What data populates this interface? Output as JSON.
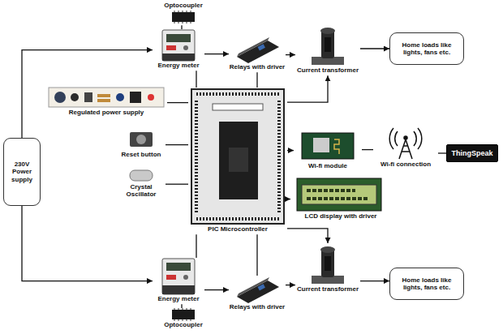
{
  "diagram": {
    "nodes": [
      {
        "text": [
          "Optocoupler"
        ]
      },
      {
        "text": [
          "Energy meter"
        ]
      },
      {
        "text": [
          "Relays with driver"
        ]
      },
      {
        "text": [
          "Current transformer"
        ]
      },
      {
        "text": [
          "Home loads like lights, fans etc."
        ]
      },
      {
        "text": [
          "230V Power supply"
        ]
      },
      {
        "text": [
          "Regulated power supply"
        ]
      },
      {
        "text": [
          "PIC Microcontroller"
        ]
      },
      {
        "text": [
          "Wi-fi module"
        ]
      },
      {
        "text": [
          "Wi-fi connection"
        ]
      },
      {
        "text": [
          "ThingSpeak"
        ]
      },
      {
        "text": [
          "Reset button"
        ]
      },
      {
        "text": [
          "Crystal Oscillator"
        ]
      },
      {
        "text": [
          "LCD display with driver"
        ]
      },
      {
        "text": [
          "Energy meter"
        ]
      },
      {
        "text": [
          "Relays with driver"
        ]
      },
      {
        "text": [
          "Current transformer"
        ]
      },
      {
        "text": [
          "Home loads like lights, fans etc."
        ]
      },
      {
        "text": [
          "Optocoupler"
        ]
      }
    ],
    "edges": [
      {
        "from": 5,
        "to": 1,
        "arrow": "to"
      },
      {
        "from": 5,
        "to": 14,
        "arrow": "to"
      },
      {
        "from": 0,
        "to": 1,
        "arrow": "none"
      },
      {
        "from": 1,
        "to": 2,
        "arrow": "to"
      },
      {
        "from": 2,
        "to": 3,
        "arrow": "to"
      },
      {
        "from": 3,
        "to": 4,
        "arrow": "to"
      },
      {
        "from": 1,
        "to": 7,
        "arrow": "none"
      },
      {
        "from": 7,
        "to": 2,
        "arrow": "none"
      },
      {
        "from": 7,
        "to": 3,
        "arrow": "to"
      },
      {
        "from": 6,
        "to": 7,
        "arrow": "none"
      },
      {
        "from": 11,
        "to": 7,
        "arrow": "none"
      },
      {
        "from": 12,
        "to": 7,
        "arrow": "none"
      },
      {
        "from": 7,
        "to": 8,
        "arrow": "to"
      },
      {
        "from": 8,
        "to": 9,
        "arrow": "none"
      },
      {
        "from": 9,
        "to": 10,
        "arrow": "none"
      },
      {
        "from": 7,
        "to": 13,
        "arrow": "to"
      },
      {
        "from": 14,
        "to": 7,
        "arrow": "none"
      },
      {
        "from": 7,
        "to": 15,
        "arrow": "none"
      },
      {
        "from": 7,
        "to": 16,
        "arrow": "to"
      },
      {
        "from": 14,
        "to": 15,
        "arrow": "to"
      },
      {
        "from": 15,
        "to": 16,
        "arrow": "to"
      },
      {
        "from": 16,
        "to": 17,
        "arrow": "to"
      },
      {
        "from": 14,
        "to": 18,
        "arrow": "none"
      }
    ]
  }
}
